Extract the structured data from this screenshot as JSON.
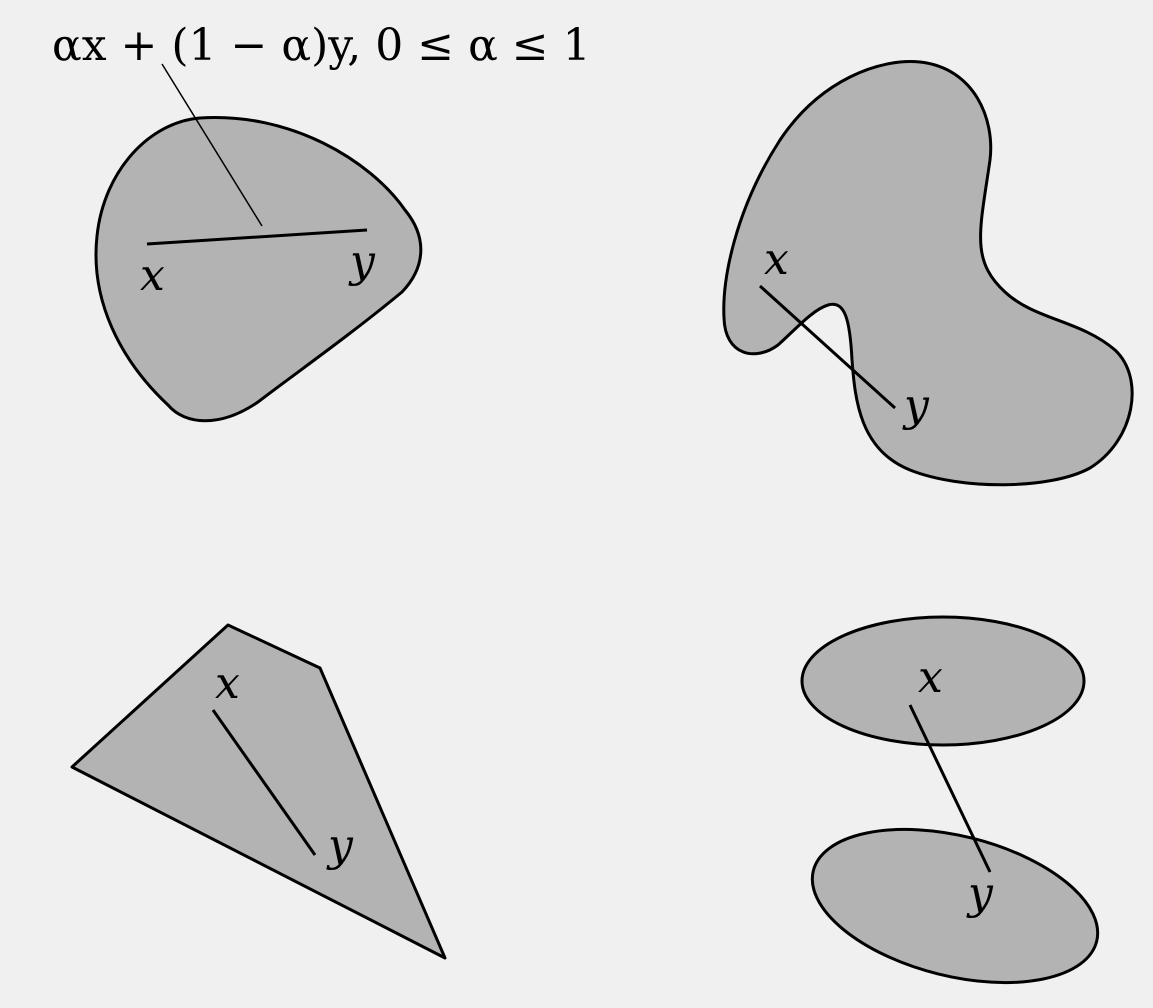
{
  "formula": {
    "text": "αx + (1 − α)y,  0 ≤ α ≤ 1"
  },
  "panels": [
    {
      "id": "convex-blob",
      "convex": true,
      "point_x_label": "x",
      "point_y_label": "y"
    },
    {
      "id": "nonconvex-kidney",
      "convex": false,
      "point_x_label": "x",
      "point_y_label": "y"
    },
    {
      "id": "nonconvex-polygon",
      "convex": false,
      "point_x_label": "x",
      "point_y_label": "y"
    },
    {
      "id": "disconnected-ellipses",
      "convex": false,
      "point_x_label": "x",
      "point_y_label": "y"
    }
  ],
  "colors": {
    "background": "#f0f0f0",
    "region_fill": "#b3b3b3",
    "stroke": "#000000"
  }
}
